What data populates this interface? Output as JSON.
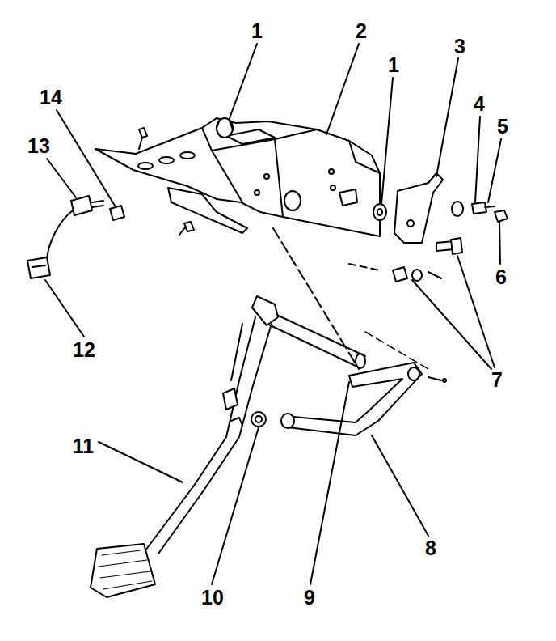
{
  "diagram": {
    "labels": [
      "1",
      "2",
      "1",
      "3",
      "4",
      "5",
      "6",
      "7",
      "8",
      "9",
      "10",
      "11",
      "12",
      "13",
      "14"
    ]
  }
}
